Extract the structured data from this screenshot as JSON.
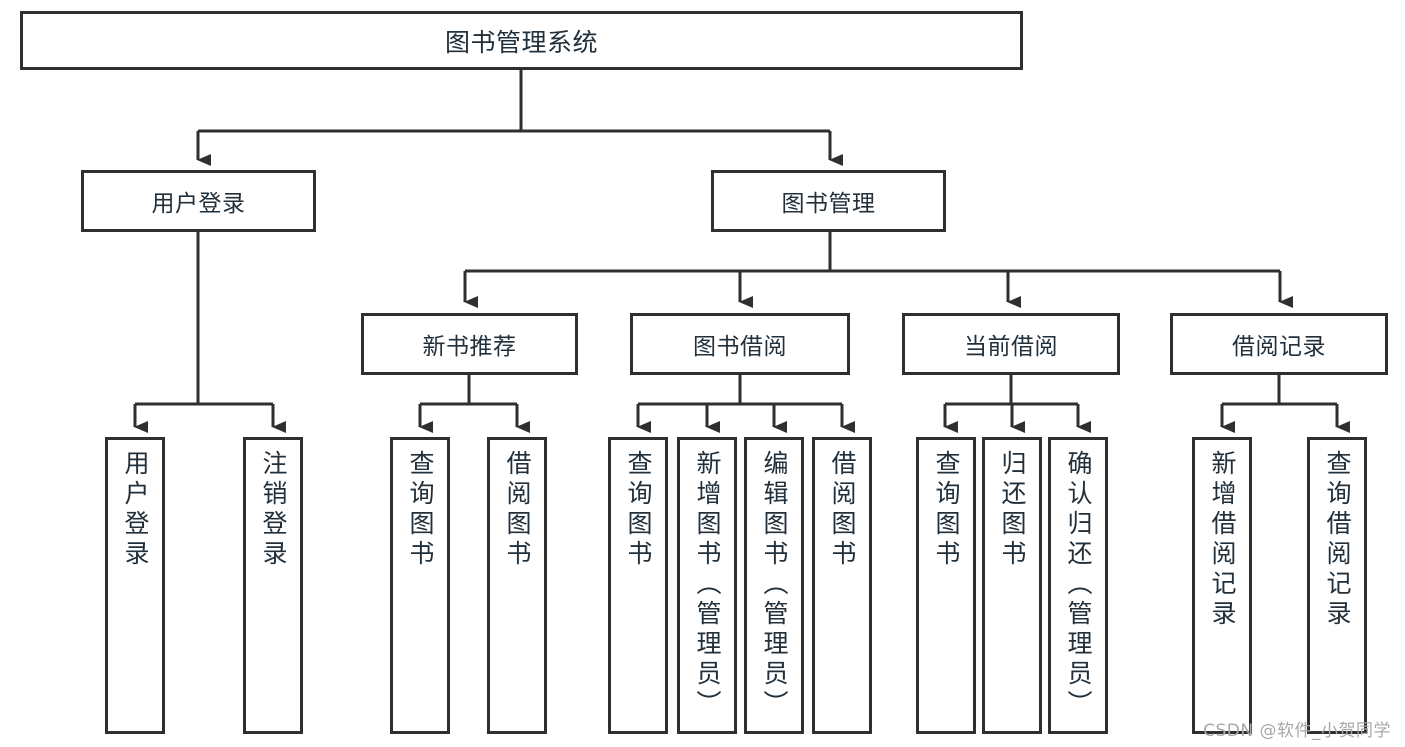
{
  "diagram": {
    "title": "图书管理系统",
    "type": "tree",
    "orientation": "top-down",
    "colors": {
      "box_border": "#2f2f2f",
      "box_fill": "#ffffff",
      "text": "#22303b",
      "connector": "#2f2f2f",
      "watermark": "#a8a8a8",
      "background": "#ffffff"
    }
  },
  "root": {
    "label": "图书管理系统"
  },
  "level2": [
    {
      "label": "用户登录"
    },
    {
      "label": "图书管理"
    }
  ],
  "level3": [
    {
      "label": "新书推荐"
    },
    {
      "label": "图书借阅"
    },
    {
      "label": "当前借阅"
    },
    {
      "label": "借阅记录"
    }
  ],
  "leaves": {
    "user_login": [
      {
        "label": "用户登录"
      },
      {
        "label": "注销登录"
      }
    ],
    "new_book": [
      {
        "label": "查询图书"
      },
      {
        "label": "借阅图书"
      }
    ],
    "book_borrow": [
      {
        "label": "查询图书"
      },
      {
        "label": "新增图书（管理员）"
      },
      {
        "label": "编辑图书（管理员）"
      },
      {
        "label": "借阅图书"
      }
    ],
    "current_borrow": [
      {
        "label": "查询图书"
      },
      {
        "label": "归还图书"
      },
      {
        "label": "确认归还（管理员）"
      }
    ],
    "borrow_record": [
      {
        "label": "新增借阅记录"
      },
      {
        "label": "查询借阅记录"
      }
    ]
  },
  "watermark": {
    "text": "CSDN @软件_小贺同学"
  }
}
